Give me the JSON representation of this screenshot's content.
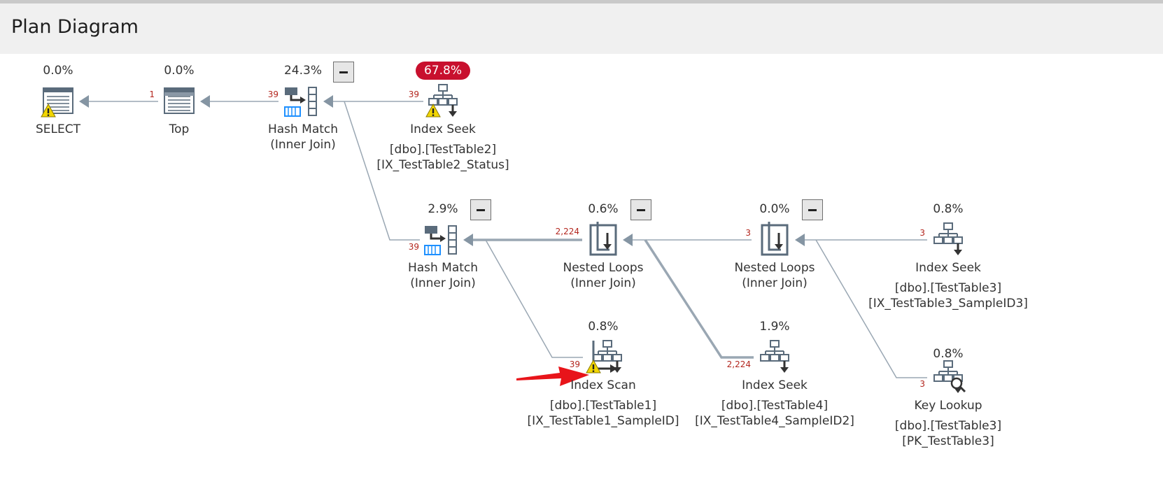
{
  "header": {
    "title": "Plan Diagram"
  },
  "nodes": {
    "select": {
      "pct": "0.0%",
      "name": "SELECT"
    },
    "top": {
      "pct": "0.0%",
      "name": "Top"
    },
    "hash1": {
      "pct": "24.3%",
      "name": "Hash Match",
      "sub": "(Inner Join)"
    },
    "seek2": {
      "pct": "67.8%",
      "name": "Index Seek",
      "obj": "[dbo].[TestTable2]",
      "idx": "[IX_TestTable2_Status]"
    },
    "hash2": {
      "pct": "2.9%",
      "name": "Hash Match",
      "sub": "(Inner Join)"
    },
    "nl1": {
      "pct": "0.6%",
      "name": "Nested Loops",
      "sub": "(Inner Join)"
    },
    "nl2": {
      "pct": "0.0%",
      "name": "Nested Loops",
      "sub": "(Inner Join)"
    },
    "seek3": {
      "pct": "0.8%",
      "name": "Index Seek",
      "obj": "[dbo].[TestTable3]",
      "idx": "[IX_TestTable3_SampleID3]"
    },
    "scan1": {
      "pct": "0.8%",
      "name": "Index Scan",
      "obj": "[dbo].[TestTable1]",
      "idx": "[IX_TestTable1_SampleID]"
    },
    "seek4": {
      "pct": "1.9%",
      "name": "Index Seek",
      "obj": "[dbo].[TestTable4]",
      "idx": "[IX_TestTable4_SampleID2]"
    },
    "lookup": {
      "pct": "0.8%",
      "name": "Key Lookup",
      "obj": "[dbo].[TestTable3]",
      "idx": "[PK_TestTable3]"
    }
  },
  "edges": {
    "top_select": "1",
    "hash1_top": "39",
    "seek2_hash1": "39",
    "hash2_hash1": "39",
    "nl1_hash2": "2,224",
    "scan1_hash2": "39",
    "nl2_nl1": "3",
    "seek4_nl1": "2,224",
    "seek3_nl2": "3",
    "lookup_nl2": "3"
  },
  "colors": {
    "edge": "#9aa7b3",
    "hot": "#c8102e",
    "count": "#b3261e",
    "icon": "#5a6b7b",
    "blue": "#1e90ff",
    "warn": "#f2d600"
  },
  "annotation": {
    "arrow": "red-pointer-arrow"
  }
}
